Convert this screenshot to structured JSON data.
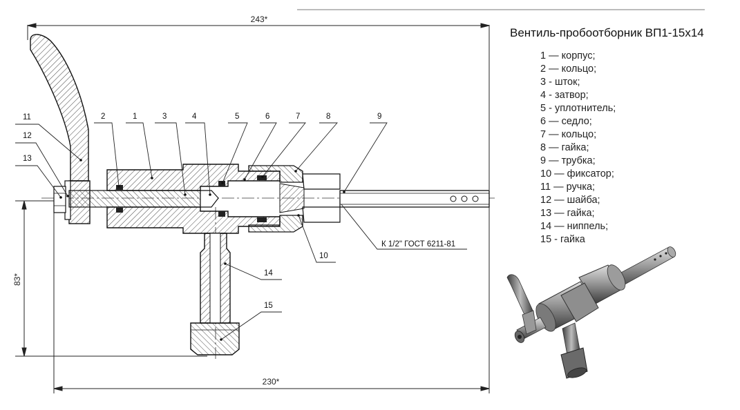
{
  "title": "Вентиль-пробоотборник ВП1-15х14",
  "legend": [
    "1 — корпус;",
    "2 — кольцо;",
    "3 -  шток;",
    "4 -  затвор;",
    "5 -  уплотнитель;",
    "6 — седло;",
    "7 — кольцо;",
    "8 — гайка;",
    "9 — трубка;",
    "10 — фиксатор;",
    "11 — ручка;",
    "12 — шайба;",
    "13 — гайка;",
    "14 — ниппель;",
    "15 - гайка"
  ],
  "dimensions": {
    "top_length": "243*",
    "bottom_length": "230*",
    "height": "83*"
  },
  "thread_note": "К 1/2\" ГОСТ 6211-81",
  "callouts": [
    "1",
    "2",
    "3",
    "4",
    "5",
    "6",
    "7",
    "8",
    "9",
    "10",
    "11",
    "12",
    "13",
    "14",
    "15"
  ],
  "colors": {
    "line": "#111111",
    "hatch": "#333333",
    "metal_dark": "#555555",
    "metal_light": "#c8c8c8"
  }
}
